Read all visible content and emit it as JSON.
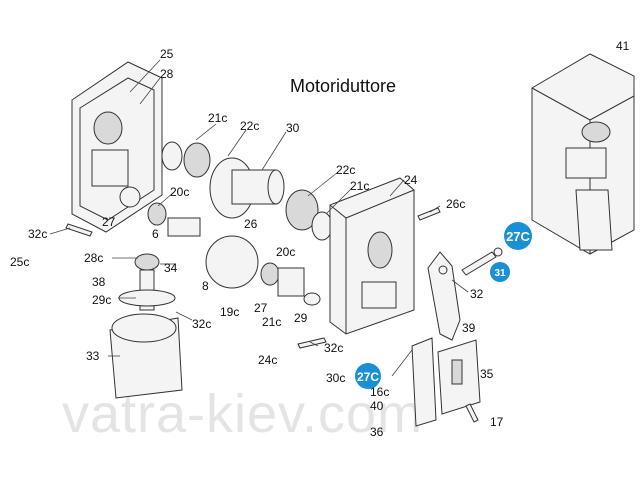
{
  "title": "Motoriduttore",
  "watermark": "vatra-kiev.com",
  "colors": {
    "badge": "#1a8fd6",
    "line": "#333333",
    "part_fill": "#f4f4f4"
  },
  "labels": {
    "l25": "25",
    "l28": "28",
    "l41": "41",
    "l21c_a": "21c",
    "l22c_a": "22c",
    "l30": "30",
    "l20c_a": "20c",
    "l27_a": "27",
    "l6": "6",
    "l26": "26",
    "l32c_a": "32c",
    "l25c": "25c",
    "l28c": "28c",
    "l34": "34",
    "l38": "38",
    "l29c": "29c",
    "l32c_b": "32c",
    "l33": "33",
    "l22c_b": "22c",
    "l21c_b": "21c",
    "l24": "24",
    "l26c": "26c",
    "l20c_b": "20c",
    "l8": "8",
    "l19c": "19c",
    "l27_b": "27",
    "l21c_c": "21c",
    "l29": "29",
    "l32": "32",
    "l39": "39",
    "l24c": "24c",
    "l32c_c": "32c",
    "l30c": "30c",
    "l16c": "16c",
    "l40": "40",
    "l35": "35",
    "l36": "36",
    "l17": "17"
  },
  "badges": {
    "b27c_a": "27C",
    "b31": "31",
    "b27c_b": "27C"
  }
}
